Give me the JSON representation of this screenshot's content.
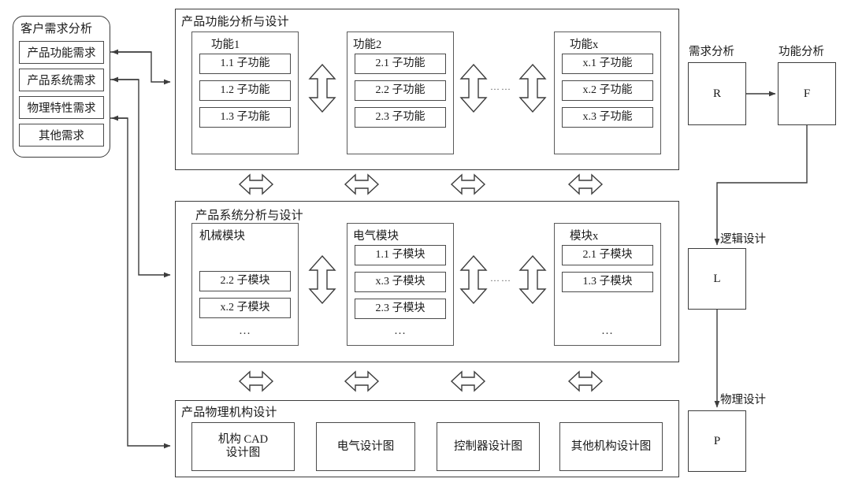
{
  "customer_requirements": {
    "title": "客户需求分析",
    "items": [
      {
        "label": "产品功能需求"
      },
      {
        "label": "产品系统需求"
      },
      {
        "label": "物理特性需求"
      },
      {
        "label": "其他需求"
      }
    ]
  },
  "function_panel": {
    "title": "产品功能分析与设计",
    "ellipsis": "……",
    "groups": [
      {
        "title": "功能1",
        "items": [
          "1.1 子功能",
          "1.2 子功能",
          "1.3 子功能"
        ]
      },
      {
        "title": "功能2",
        "items": [
          "2.1 子功能",
          "2.2 子功能",
          "2.3 子功能"
        ]
      },
      {
        "title": "功能x",
        "items": [
          "x.1 子功能",
          "x.2 子功能",
          "x.3 子功能"
        ]
      }
    ]
  },
  "system_panel": {
    "title": "产品系统分析与设计",
    "ellipsis": "……",
    "groups": [
      {
        "title": "机械模块",
        "items": [
          "2.2 子模块",
          "x.2 子模块"
        ],
        "more": "…"
      },
      {
        "title": "电气模块",
        "items": [
          "1.1 子模块",
          "x.3 子模块",
          "2.3 子模块"
        ],
        "more": "…"
      },
      {
        "title": "模块x",
        "items": [
          "2.1 子模块",
          "1.3 子模块"
        ],
        "more": "…"
      }
    ]
  },
  "physical_panel": {
    "title": "产品物理机构设计",
    "items": [
      "机构 CAD\n设计图",
      "电气设计图",
      "控制器设计图",
      "其他机构设计图"
    ]
  },
  "flow": {
    "nodes": [
      {
        "id": "R",
        "label": "R",
        "caption": "需求分析"
      },
      {
        "id": "F",
        "label": "F",
        "caption": "功能分析"
      },
      {
        "id": "L",
        "label": "L",
        "caption": "逻辑设计"
      },
      {
        "id": "P",
        "label": "P",
        "caption": "物理设计"
      }
    ]
  },
  "colors": {
    "stroke": "#3c3c3c",
    "stroke_light": "#5a5a5a",
    "background": "#ffffff",
    "text": "#1a1a1a"
  }
}
